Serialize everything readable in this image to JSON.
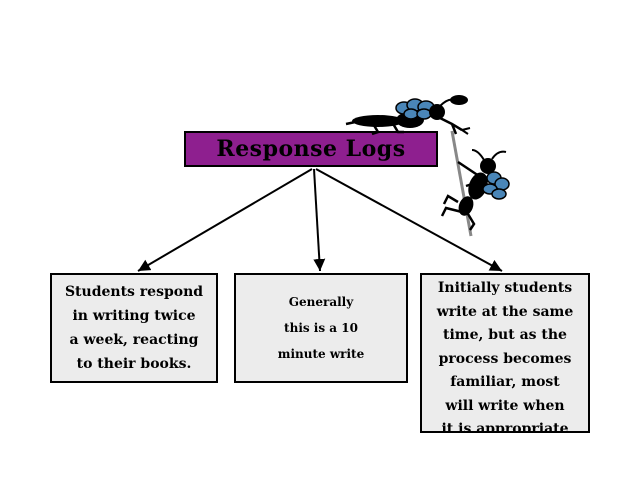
{
  "title": "Response Logs",
  "boxes": [
    {
      "lines": [
        "Students respond",
        "in writing twice",
        "a week, reacting",
        "to their books."
      ]
    },
    {
      "lines": [
        "Generally",
        "this is a 10",
        "minute write"
      ]
    },
    {
      "lines": [
        "Initially students",
        "write at the same",
        "time, but as the",
        "process becomes",
        "familiar, most",
        "will write when",
        "it is appropriate"
      ]
    }
  ],
  "colors": {
    "title_fill": "#8e1f8f",
    "box_fill": "#ececec",
    "ant_wing": "#4a86b8"
  },
  "decoration": [
    "ant-icon",
    "ant-icon"
  ]
}
